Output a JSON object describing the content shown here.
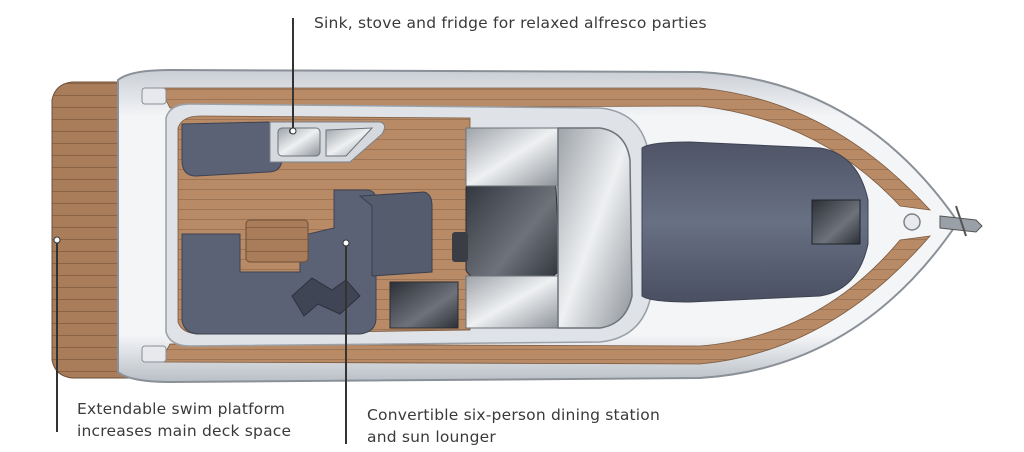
{
  "callouts": {
    "galley": "Sink, stove and fridge for relaxed alfresco parties",
    "swim_platform": [
      "Extendable swim platform",
      "increases main deck space"
    ],
    "dining": [
      "Convertible six-person dining station",
      "and sun lounger"
    ]
  },
  "colors": {
    "teak": "#a97c5a",
    "upholstery": "#5b6275",
    "hull": "#e9ecef",
    "leader_line": "#333333",
    "text": "#3a3a3a"
  },
  "icons": [
    "deck-hatch-icon",
    "anchor-roller-icon",
    "cleat-icon"
  ]
}
